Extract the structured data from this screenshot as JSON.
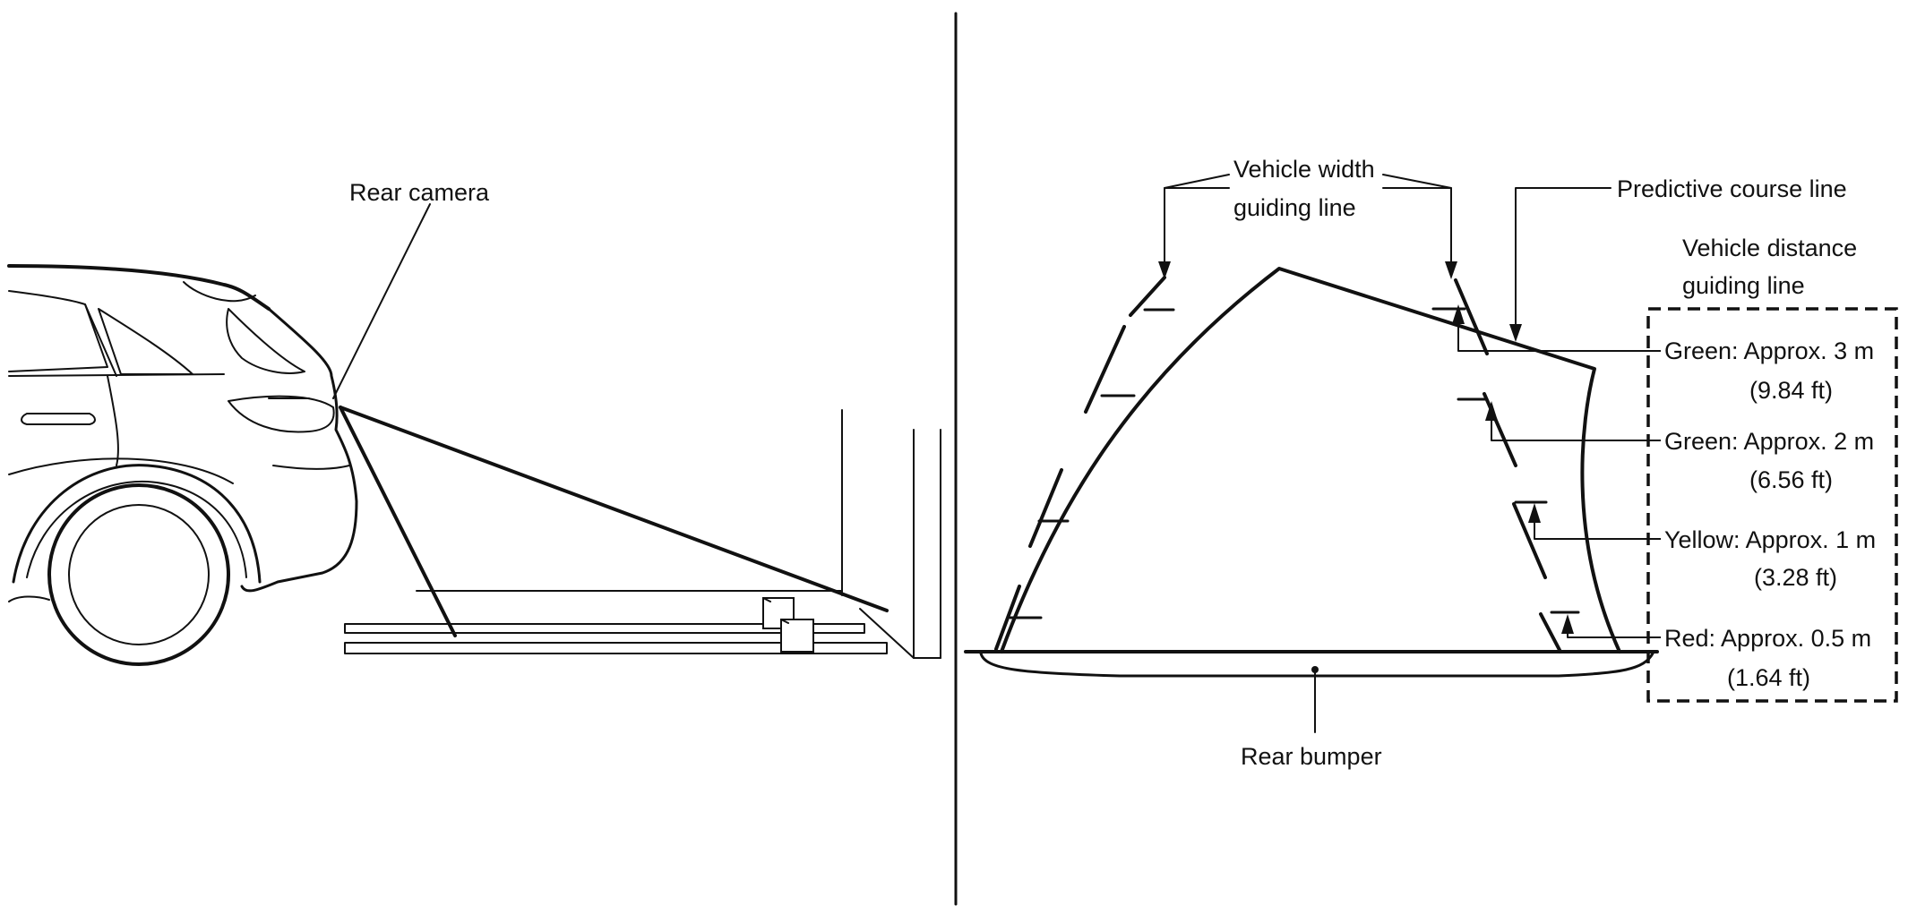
{
  "labels": {
    "rear_camera": "Rear camera",
    "vehicle_width_line1": "Vehicle width",
    "vehicle_width_line2": "guiding line",
    "predictive_course": "Predictive course line",
    "vehicle_distance_line1": "Vehicle distance",
    "vehicle_distance_line2": "guiding line",
    "green_3m": "Green: Approx. 3 m",
    "green_3m_ft": "(9.84 ft)",
    "green_2m": "Green: Approx. 2 m",
    "green_2m_ft": "(6.56 ft)",
    "yellow_1m": "Yellow: Approx. 1 m",
    "yellow_1m_ft": "(3.28 ft)",
    "red_05m": "Red: Approx. 0.5 m",
    "red_05m_ft": "(1.64 ft)",
    "rear_bumper": "Rear bumper"
  }
}
